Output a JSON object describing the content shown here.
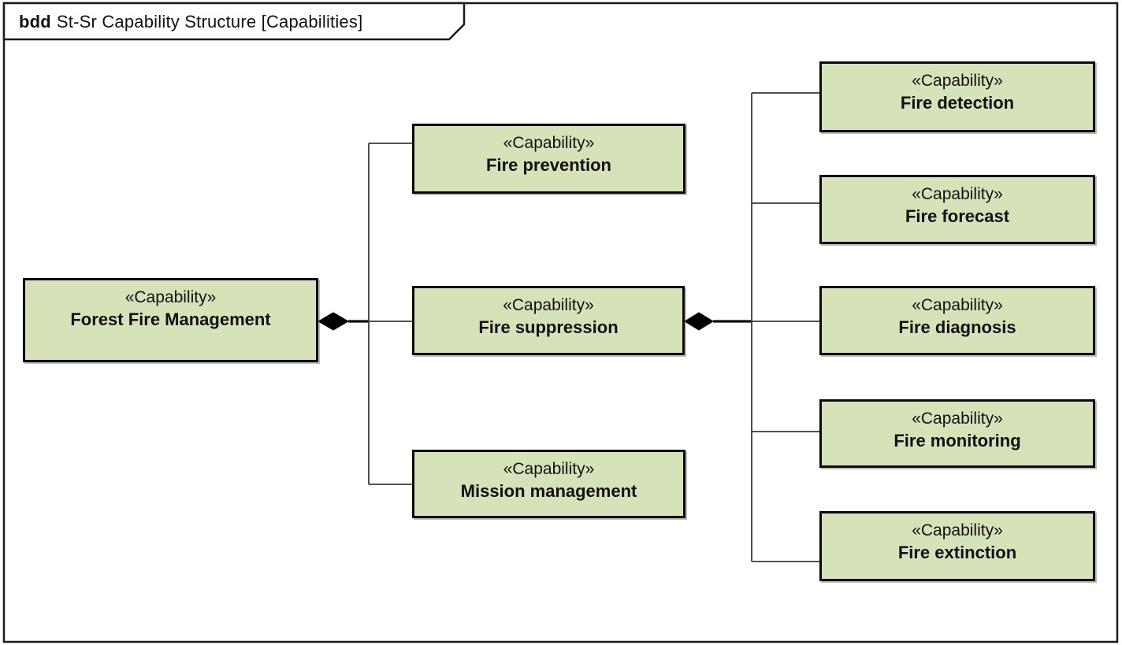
{
  "frame": {
    "kind": "bdd",
    "title": "St-Sr Capability Structure [Capabilities]"
  },
  "colors": {
    "background": "#ffffff",
    "block_fill": "#d6e2b7",
    "block_border": "#0a0a0a",
    "connector": "#3a3a3a",
    "diamond": "#000000"
  },
  "blocks": {
    "root": {
      "stereotype": "«Capability»",
      "name": "Forest Fire Management"
    },
    "children": [
      {
        "stereotype": "«Capability»",
        "name": "Fire prevention"
      },
      {
        "stereotype": "«Capability»",
        "name": "Fire suppression"
      },
      {
        "stereotype": "«Capability»",
        "name": "Mission management"
      }
    ],
    "grandchildren": [
      {
        "stereotype": "«Capability»",
        "name": "Fire detection"
      },
      {
        "stereotype": "«Capability»",
        "name": "Fire forecast"
      },
      {
        "stereotype": "«Capability»",
        "name": "Fire diagnosis"
      },
      {
        "stereotype": "«Capability»",
        "name": "Fire monitoring"
      },
      {
        "stereotype": "«Capability»",
        "name": "Fire extinction"
      }
    ],
    "relations": [
      {
        "type": "composition",
        "from": "Forest Fire Management",
        "to": [
          "Fire prevention",
          "Fire suppression",
          "Mission management"
        ]
      },
      {
        "type": "composition",
        "from": "Fire suppression",
        "to": [
          "Fire detection",
          "Fire forecast",
          "Fire diagnosis",
          "Fire monitoring",
          "Fire extinction"
        ]
      }
    ]
  }
}
